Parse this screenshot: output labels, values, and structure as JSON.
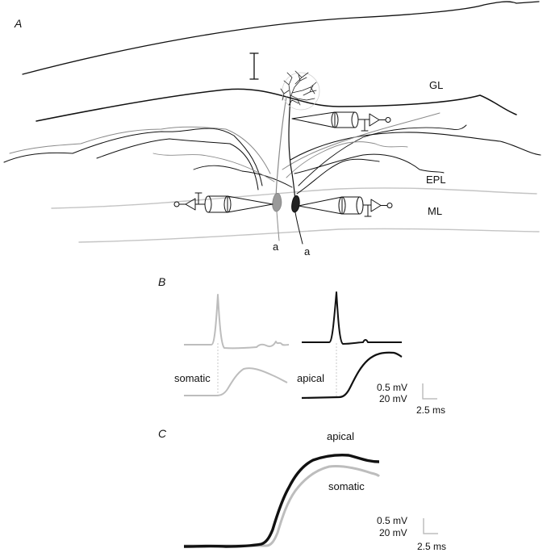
{
  "panels": {
    "a": {
      "label": "A",
      "layers": [
        "GL",
        "EPL",
        "ML"
      ],
      "axon_label": "a"
    },
    "b": {
      "label": "B",
      "somatic_label": "somatic",
      "apical_label": "apical",
      "scale_mv_fast": "0.5 mV",
      "scale_mv_slow": "20 mV",
      "scale_ms": "2.5 ms"
    },
    "c": {
      "label": "C",
      "apical_label": "apical",
      "somatic_label": "somatic",
      "scale_mv_fast": "0.5 mV",
      "scale_mv_slow": "20 mV",
      "scale_ms": "2.5 ms"
    }
  },
  "colors": {
    "somatic": "#bdbdbd",
    "apical": "#111111",
    "dendrite_grey": "#8a8a8a",
    "layer_line": "#c4c4c4"
  }
}
